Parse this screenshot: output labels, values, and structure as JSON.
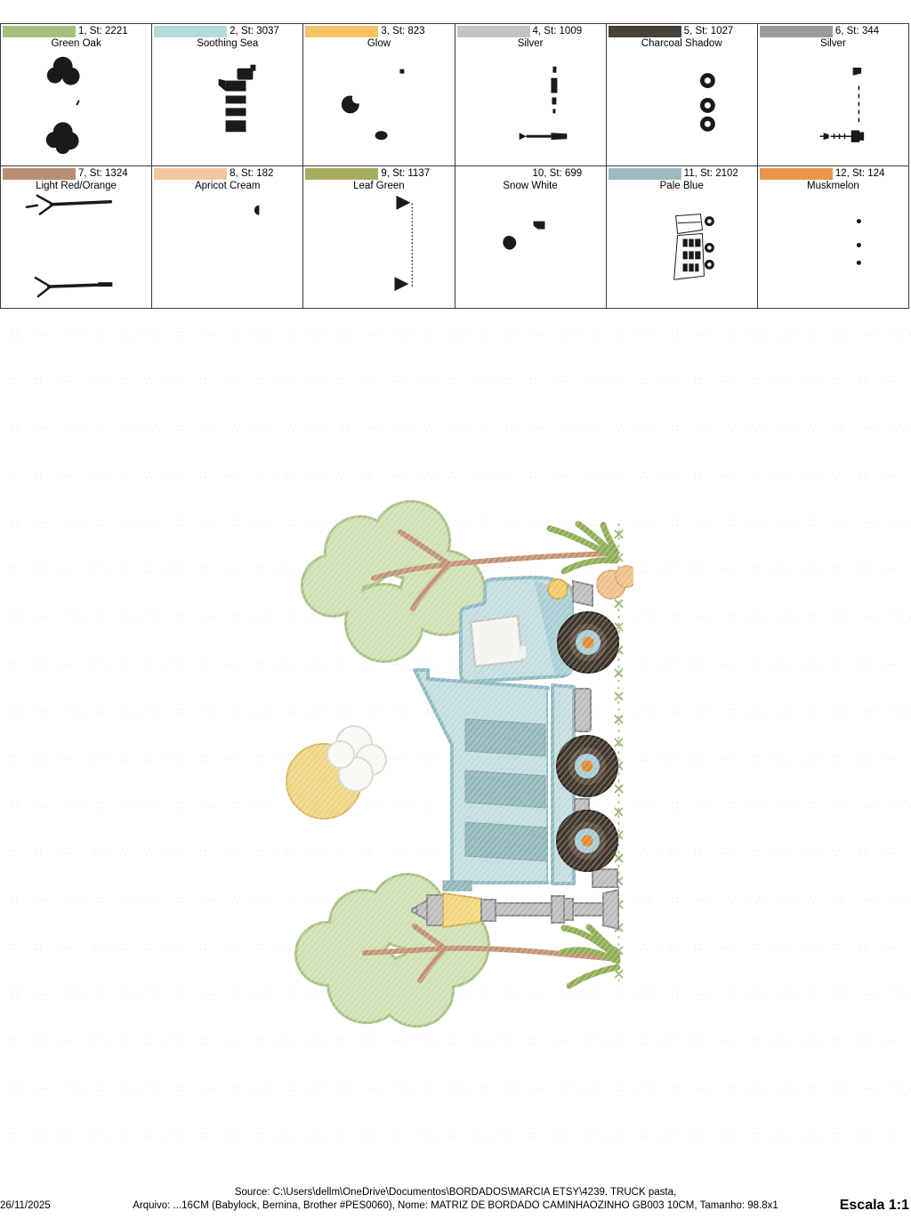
{
  "thread_table": {
    "cells": [
      {
        "label": "1, St: 2221",
        "name": "Green Oak",
        "color": "#a7bf7c"
      },
      {
        "label": "2, St: 3037",
        "name": "Soothing Sea",
        "color": "#b5d9dd"
      },
      {
        "label": "3, St: 823",
        "name": "Glow",
        "color": "#f6c468"
      },
      {
        "label": "4, St: 1009",
        "name": "Silver",
        "color": "#c3c3c3"
      },
      {
        "label": "5, St: 1027",
        "name": "Charcoal Shadow",
        "color": "#474139"
      },
      {
        "label": "6, St: 344",
        "name": "Silver",
        "color": "#9b9b9b"
      },
      {
        "label": "7, St: 1324",
        "name": "Light Red/Orange",
        "color": "#b98e74"
      },
      {
        "label": "8, St: 182",
        "name": "Apricot Cream",
        "color": "#f1c79c"
      },
      {
        "label": "9, St: 1137",
        "name": "Leaf Green",
        "color": "#a6ae5e"
      },
      {
        "label": "10, St: 699",
        "name": "Snow White",
        "color": "#ffffff"
      },
      {
        "label": "11, St: 2102",
        "name": "Pale Blue",
        "color": "#9fbabf"
      },
      {
        "label": "12, St: 124",
        "name": "Muskmelon",
        "color": "#e8964c"
      }
    ]
  },
  "design": {
    "palette": {
      "body": "#c3dde1",
      "bodyEdge": "#8fbac2",
      "slat": "#92b7bb",
      "shield": "#a9ced5",
      "glass": "#f4f4f1",
      "tire": "#43382c",
      "tireEdge": "#2e261d",
      "ring": "#5d4f3f",
      "hub": "#a6ccd5",
      "hubdot": "#e2882f",
      "metal": "#bcbcbc",
      "metalEdge": "#8a8a8a",
      "foliage": "#cfe0b2",
      "foliageEdge": "#a9c286",
      "branch": "#c29274",
      "grass": "#8fae55",
      "bush": "#edc28b",
      "bushEdge": "#d8a468",
      "sun": "#eed584",
      "sunEdge": "#d8b85e",
      "cloud": "#f7f7f3",
      "cloudEdge": "#d9d9d1",
      "lamp": "#f4d67f",
      "lampEdge": "#d4ae54",
      "ground": "#9cb878",
      "light": "#f0cb6b",
      "lightEdge": "#d4a83f"
    }
  },
  "footer": {
    "source": "Source: C:\\Users\\dellm\\OneDrive\\Documentos\\BORDADOS\\MARCIA ETSY\\4239. TRUCK pasta,",
    "date": "26/11/2025",
    "arquivo": "Arquivo: ...16CM (Babylock, Bernina, Brother #PES0060), Nome: MATRIZ DE BORDADO CAMINHAOZINHO GB003 10CM, Tamanho: 98.8x1",
    "escala": "Escala 1:1"
  }
}
